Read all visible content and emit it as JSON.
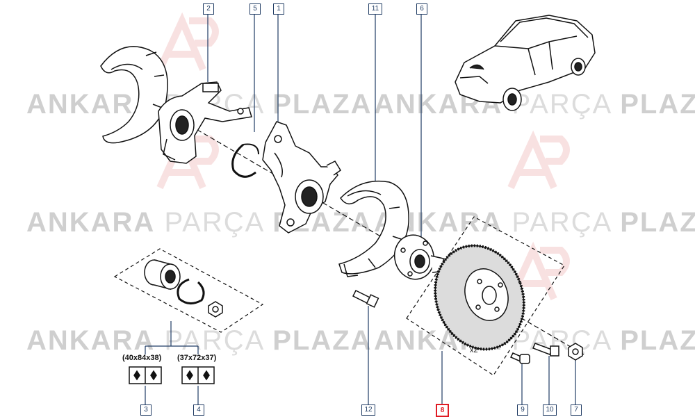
{
  "watermark": {
    "part1": "ANKARA",
    "part2": "PARÇA",
    "part3": "PLAZA"
  },
  "callouts": {
    "c2": "2",
    "c5": "5",
    "c1": "1",
    "c11": "11",
    "c6": "6",
    "c3": "3",
    "c4": "4",
    "c12": "12",
    "c8": "8",
    "c9": "9",
    "c10": "10",
    "c7": "7"
  },
  "bearing_sizes": {
    "size_3": "(40x84x38)",
    "size_4": "(37x72x37)"
  },
  "disc_quantity": "x2",
  "colors": {
    "line": "#1f3b63",
    "highlight": "#e01b24",
    "drawing": "#111111",
    "watermark": "#d6d6d6"
  }
}
